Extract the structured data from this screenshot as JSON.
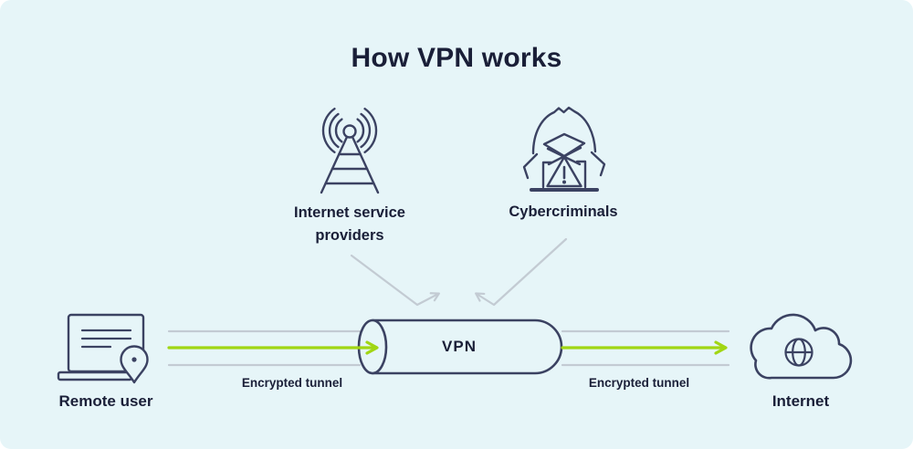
{
  "title": "How VPN works",
  "colors": {
    "background": "#e6f5f8",
    "line_navy": "#3b4262",
    "text_navy": "#1a1f38",
    "arrow_gray": "#c3cbd3",
    "accent_green": "#a1d613"
  },
  "nodes": {
    "isp": {
      "label": "Internet service providers",
      "icon": "cell-tower-icon"
    },
    "cybercriminals": {
      "label": "Cybercriminals",
      "icon": "hacker-icon"
    },
    "remote_user": {
      "label": "Remote user",
      "icon": "laptop-location-icon"
    },
    "vpn": {
      "label": "VPN",
      "icon": "tunnel-cylinder"
    },
    "internet": {
      "label": "Internet",
      "icon": "cloud-globe-icon"
    }
  },
  "annotations": {
    "encrypted_tunnel_left": "Encrypted tunnel",
    "encrypted_tunnel_right": "Encrypted tunnel"
  }
}
